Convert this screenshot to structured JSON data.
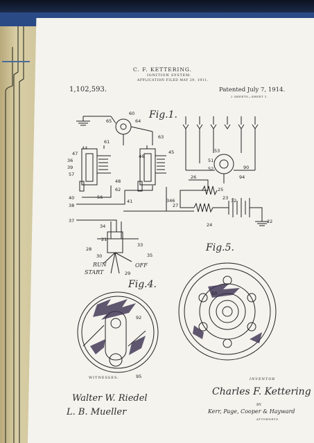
{
  "patent": {
    "inventor_header": "C. F. KETTERING.",
    "subject": "IGNITION SYSTEM.",
    "application": "APPLICATION FILED MAY 29, 1911.",
    "number": "1,102,593.",
    "patented": "Patented July 7, 1914.",
    "sheets": "2 SHEETS—SHEET 1."
  },
  "figures": {
    "fig1": "Fig.1.",
    "fig4": "Fig.4.",
    "fig5": "Fig.5."
  },
  "switch_labels": {
    "run": "RUN",
    "start": "START",
    "off": "OFF"
  },
  "reference_numerals": [
    "60",
    "65",
    "64",
    "61",
    "63",
    "47",
    "44",
    "46",
    "45",
    "36",
    "39",
    "57",
    "48",
    "62",
    "56",
    "40",
    "38",
    "41",
    "34",
    "37",
    "27",
    "26",
    "25",
    "24",
    "23",
    "22",
    "21",
    "28",
    "30",
    "33",
    "35",
    "29",
    "53",
    "51",
    "52",
    "90",
    "94",
    "95",
    "346",
    "32",
    "92",
    "50"
  ],
  "signatures": {
    "witnesses_label": "WITNESSES:",
    "witness1": "Walter W. Riedel",
    "witness2": "L. B. Mueller",
    "inventor_label": "INVENTOR",
    "inventor": "Charles F. Kettering",
    "by": "BY",
    "attorneys_sig": "Kerr, Page, Cooper & Hayward",
    "attorneys_label": "ATTORNEYS."
  }
}
